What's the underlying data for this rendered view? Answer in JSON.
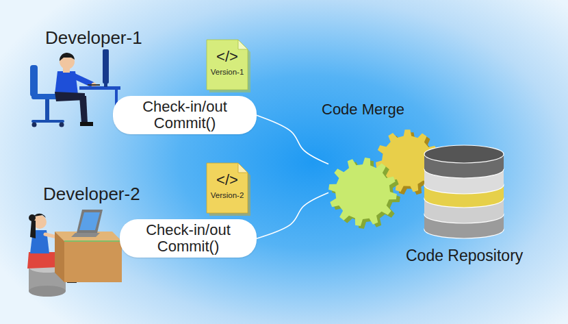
{
  "diagram": {
    "nodes": [
      {
        "text": [
          "Check-in/out Commit()"
        ]
      },
      {
        "text": [
          "</>",
          "Version-1"
        ]
      },
      {
        "text": [
          "Check-in/out Commit()"
        ]
      },
      {
        "text": [
          "</>",
          "Version-2"
        ]
      },
      {
        "text": [
          "Code Merge"
        ]
      },
      {
        "text": [
          "Code Repository"
        ]
      }
    ],
    "edges": [
      {
        "from": 0,
        "to": 4,
        "arrow": "none"
      },
      {
        "from": 2,
        "to": 4,
        "arrow": "none"
      }
    ],
    "labels": [
      "Developer-1",
      "Developer-2"
    ]
  }
}
